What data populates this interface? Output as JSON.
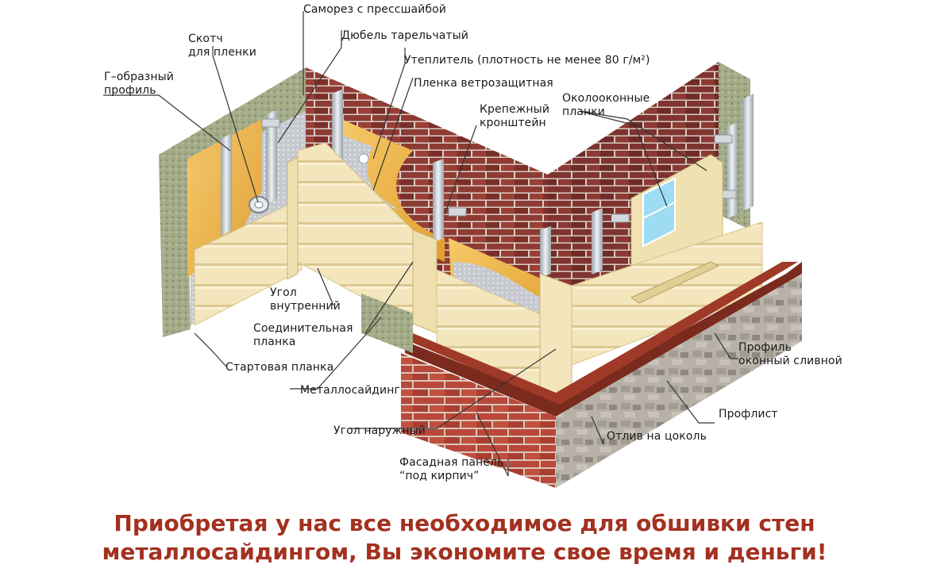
{
  "callouts": {
    "samorez": "Саморез с прессшайбой",
    "dubel": "Дюбель тарельчатый",
    "uteplitel": "Утеплитель (плотность не менее 80 г/м²)",
    "plenka": "Пленка ветрозащитная",
    "kreplenie_1": "Крепежный",
    "kreplenie_2": "кронштейн",
    "okolo_1": "Околооконные",
    "okolo_2": "планки",
    "skotch_1": "Скотч",
    "skotch_2": "для пленки",
    "gprofil_1": "Г–образный",
    "gprofil_2": "профиль",
    "ugol_vn_1": "Угол",
    "ugol_vn_2": "внутренний",
    "soed_1": "Соединительная",
    "soed_2": "планка",
    "start": "Стартовая планка",
    "metallosaiding": "Металлосайдинг",
    "ugol_nar": "Угол наружный",
    "fasad_1": "Фасадная панель",
    "fasad_2": "“под кирпич”",
    "otliv": "Отлив на цоколь",
    "proflist": "Профлист",
    "profil_okon_1": "Профиль",
    "profil_okon_2": "оконный сливной"
  },
  "slogan": {
    "line1": "Приобретая у нас все необходимое для обшивки стен",
    "line2": "металлосайдингом, Вы экономите свое время и деньги!"
  },
  "colors": {
    "slogan": "#a33120",
    "brick": "#8e3b34",
    "siding": "#f3e5b8",
    "insulation": "#f0b545",
    "membrane": "#c9ccd2",
    "concrete": "#98a27d",
    "metal": "#c4c9cf",
    "roof_trim": "#7b2a1e",
    "plinth": "#b8b2a8"
  }
}
